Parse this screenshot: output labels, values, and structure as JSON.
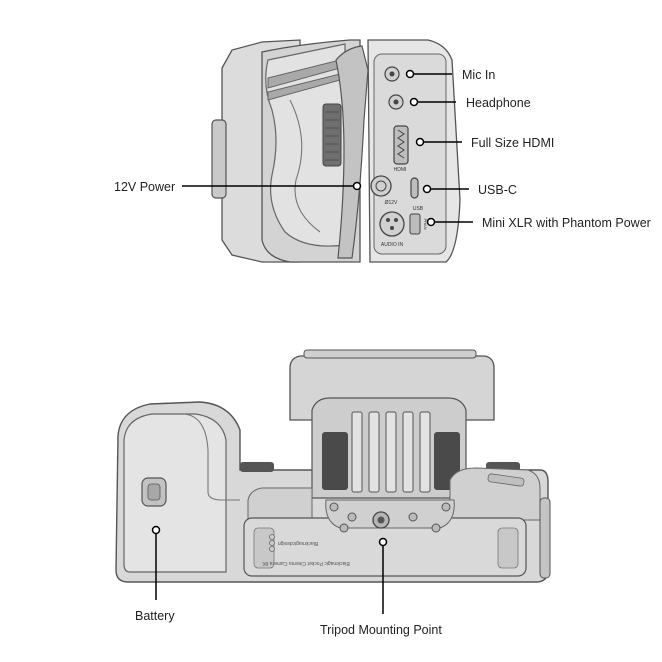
{
  "colors": {
    "body_light": "#dcdcdc",
    "body_mid": "#b8b8b8",
    "body_dark": "#8a8a8a",
    "outline": "#555555",
    "callout": "#000000",
    "grille": "#4a4a4a"
  },
  "side_view": {
    "panel_labels": {
      "hdmi": "HDMI",
      "power_12v": "Ø12V",
      "usb": "USB",
      "audio_in": "AUDIO IN",
      "phan": "PHAN"
    },
    "callouts": [
      {
        "id": "mic-in",
        "label": "Mic In"
      },
      {
        "id": "headphone",
        "label": "Headphone"
      },
      {
        "id": "full-size-hdmi",
        "label": "Full Size HDMI"
      },
      {
        "id": "usb-c",
        "label": "USB-C"
      },
      {
        "id": "mini-xlr",
        "label": "Mini XLR with Phantom Power"
      },
      {
        "id": "power-12v",
        "label": "12V Power"
      }
    ]
  },
  "bottom_view": {
    "engravings": {
      "model": "Blackmagic Pocket Cinema Camera 6K",
      "brand": "Blackmagicdesign"
    },
    "callouts": [
      {
        "id": "battery",
        "label": "Battery"
      },
      {
        "id": "tripod-mounting-point",
        "label": "Tripod Mounting Point"
      }
    ]
  }
}
